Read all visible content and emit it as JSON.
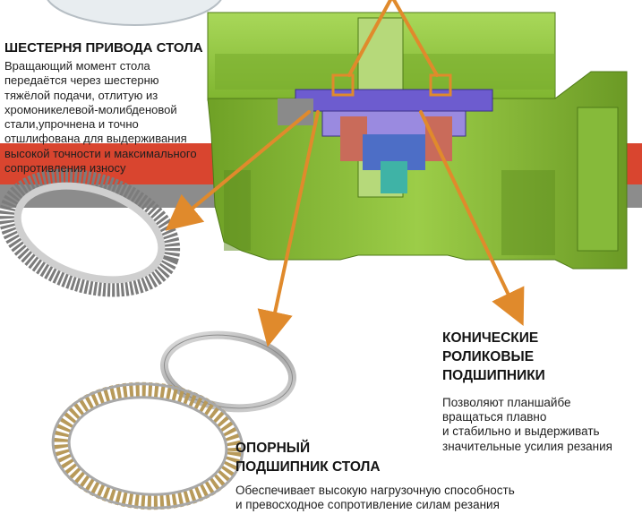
{
  "gear": {
    "title": "ШЕСТЕРНЯ ПРИВОДА СТОЛА",
    "lines": [
      "Вращающий момент стола",
      "передаётся через шестерню",
      "тяжёлой подачи, отлитую из",
      "хромоникелевой-молибденовой",
      "стали,упрочнена и точно",
      "отшлифована для выдерживания",
      "высокой точности и максимального",
      "сопротивления износу"
    ]
  },
  "conic": {
    "title_lines": [
      "КОНИЧЕСКИЕ",
      "РОЛИКОВЫЕ",
      "ПОДШИПНИКИ"
    ],
    "lines": [
      "Позволяют планшайбе",
      "вращаться плавно",
      "и стабильно и выдерживать",
      "значительные усилия резания"
    ]
  },
  "support": {
    "title_lines": [
      "ОПОРНЫЙ",
      "ПОДШИПНИК СТОЛА"
    ],
    "lines": [
      "Обеспечивает высокую нагрузочную способность",
      "и превосходное сопротивление силам резания"
    ]
  },
  "colors": {
    "arrow": "#e08a2c",
    "machine_green": "#8fc43a",
    "accent_red": "#d9452f",
    "accent_grey": "#8c8c8c"
  }
}
